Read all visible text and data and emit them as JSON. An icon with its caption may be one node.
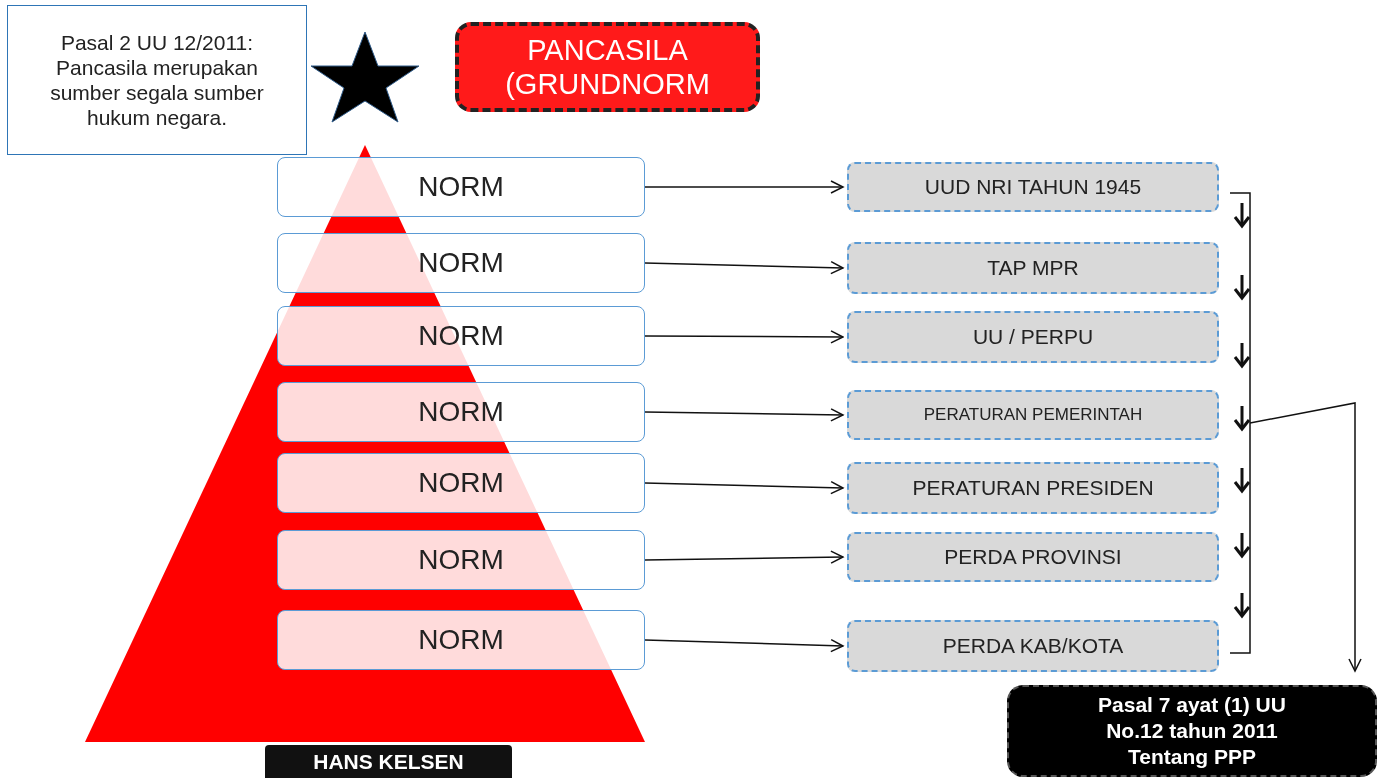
{
  "diagram": {
    "nodes": [
      {
        "text": [
          "Pasal 2 UU 12/2011: Pancasila merupakan sumber segala sumber hukum negara."
        ]
      },
      {
        "text": [
          "PANCASILA (GRUNDNORM"
        ]
      },
      {
        "text": [
          "NORM"
        ]
      },
      {
        "text": [
          "NORM"
        ]
      },
      {
        "text": [
          "NORM"
        ]
      },
      {
        "text": [
          "NORM"
        ]
      },
      {
        "text": [
          "NORM"
        ]
      },
      {
        "text": [
          "NORM"
        ]
      },
      {
        "text": [
          "NORM"
        ]
      },
      {
        "text": [
          "UUD NRI TAHUN 1945"
        ]
      },
      {
        "text": [
          "TAP MPR"
        ]
      },
      {
        "text": [
          "UU / PERPU"
        ]
      },
      {
        "text": [
          "PERATURAN PEMERINTAH"
        ]
      },
      {
        "text": [
          "PERATURAN PRESIDEN"
        ]
      },
      {
        "text": [
          "PERDA PROVINSI"
        ]
      },
      {
        "text": [
          "PERDA KAB/KOTA"
        ]
      },
      {
        "text": [
          "Pasal 7 ayat (1) UU No.12 tahun 2011 Tentang PPP"
        ]
      },
      {
        "text": [
          "HANS KELSEN"
        ]
      },
      {
        "text": [],
        "shape": "star"
      },
      {
        "text": [],
        "shape": "bracket"
      }
    ],
    "edges": [
      {
        "from": 2,
        "to": 9,
        "arrow": "to"
      },
      {
        "from": 3,
        "to": 10,
        "arrow": "to"
      },
      {
        "from": 4,
        "to": 11,
        "arrow": "to"
      },
      {
        "from": 5,
        "to": 12,
        "arrow": "to"
      },
      {
        "from": 6,
        "to": 13,
        "arrow": "to"
      },
      {
        "from": 7,
        "to": 14,
        "arrow": "to"
      },
      {
        "from": 8,
        "to": 15,
        "arrow": "to"
      },
      {
        "from": 19,
        "to": 16,
        "arrow": "to"
      }
    ]
  }
}
